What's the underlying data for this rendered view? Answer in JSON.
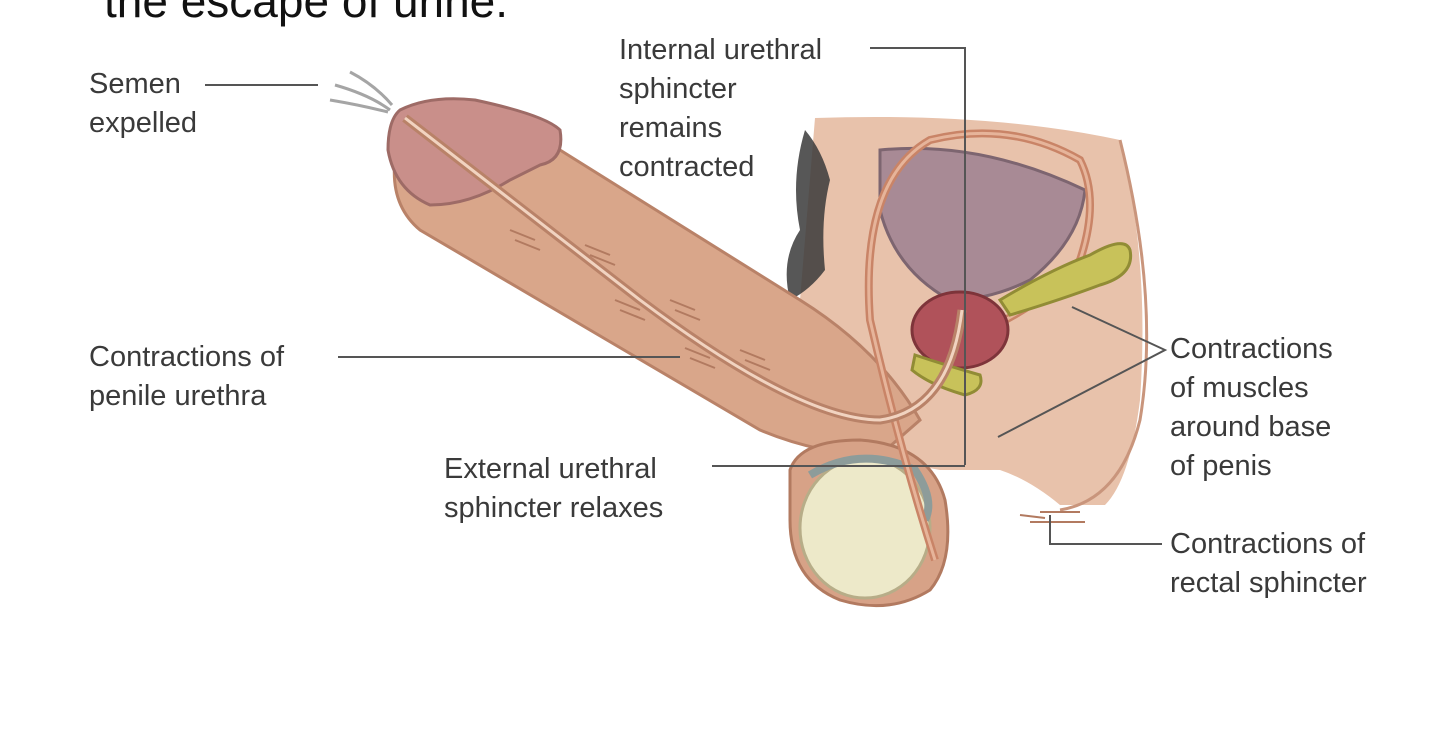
{
  "slide": {
    "heading_fragment": "the escape of urine."
  },
  "diagram": {
    "labels": {
      "semen": [
        "Semen",
        "expelled"
      ],
      "internal_sphincter": [
        "Internal urethral",
        "sphincter",
        "remains",
        "contracted"
      ],
      "penile_urethra": [
        "Contractions of",
        "penile urethra"
      ],
      "external_sphincter": [
        "External urethral",
        "sphincter relaxes"
      ],
      "base_muscles": [
        "Contractions",
        "of muscles",
        "around base",
        "of penis"
      ],
      "rectal_sphincter": [
        "Contractions of",
        "rectal sphincter"
      ]
    },
    "colors": {
      "skin": "#d9a68a",
      "skin_shadow": "#b98268",
      "glans": "#c98f8a",
      "bladder": "#a88a95",
      "prostate": "#b0525a",
      "seminal_vesicle": "#c8c25a",
      "testis": "#ede9c9",
      "leader_line": "#555555"
    }
  }
}
